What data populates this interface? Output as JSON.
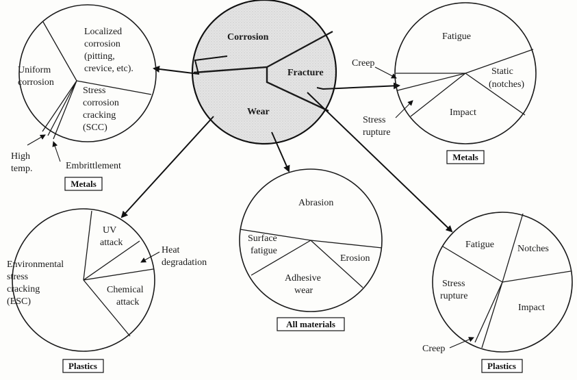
{
  "center": {
    "corrosion": "Corrosion",
    "fracture": "Fracture",
    "wear": "Wear"
  },
  "corrosion_metals": {
    "caption": "Metals",
    "localized": [
      "Localized",
      "corrosion",
      "(pitting,",
      "crevice, etc)."
    ],
    "uniform": [
      "Uniform",
      "corrosion"
    ],
    "scc": [
      "Stress",
      "corrosion",
      "cracking",
      "(SCC)"
    ],
    "high_temp": [
      "High",
      "temp."
    ],
    "embrittlement": "Embrittlement"
  },
  "fracture_metals": {
    "caption": "Metals",
    "fatigue": "Fatigue",
    "creep": "Creep",
    "static": [
      "Static",
      "(notches)"
    ],
    "impact": "Impact",
    "stress_rupture": [
      "Stress",
      "rupture"
    ]
  },
  "wear_all": {
    "caption": "All materials",
    "abrasion": "Abrasion",
    "surface_fatigue": [
      "Surface",
      "fatigue"
    ],
    "erosion": "Erosion",
    "adhesive": [
      "Adhesive",
      "wear"
    ]
  },
  "corrosion_plastics": {
    "caption": "Plastics",
    "uv": [
      "UV",
      "attack"
    ],
    "heat": [
      "Heat",
      "degradation"
    ],
    "esc": [
      "Environmental",
      "stress",
      "cracking",
      "(ESC)"
    ],
    "chemical": [
      "Chemical",
      "attack"
    ]
  },
  "fracture_plastics": {
    "caption": "Plastics",
    "fatigue": "Fatigue",
    "notches": "Notches",
    "stress_rupture": [
      "Stress",
      "rupture"
    ],
    "impact": "Impact",
    "creep": "Creep"
  }
}
